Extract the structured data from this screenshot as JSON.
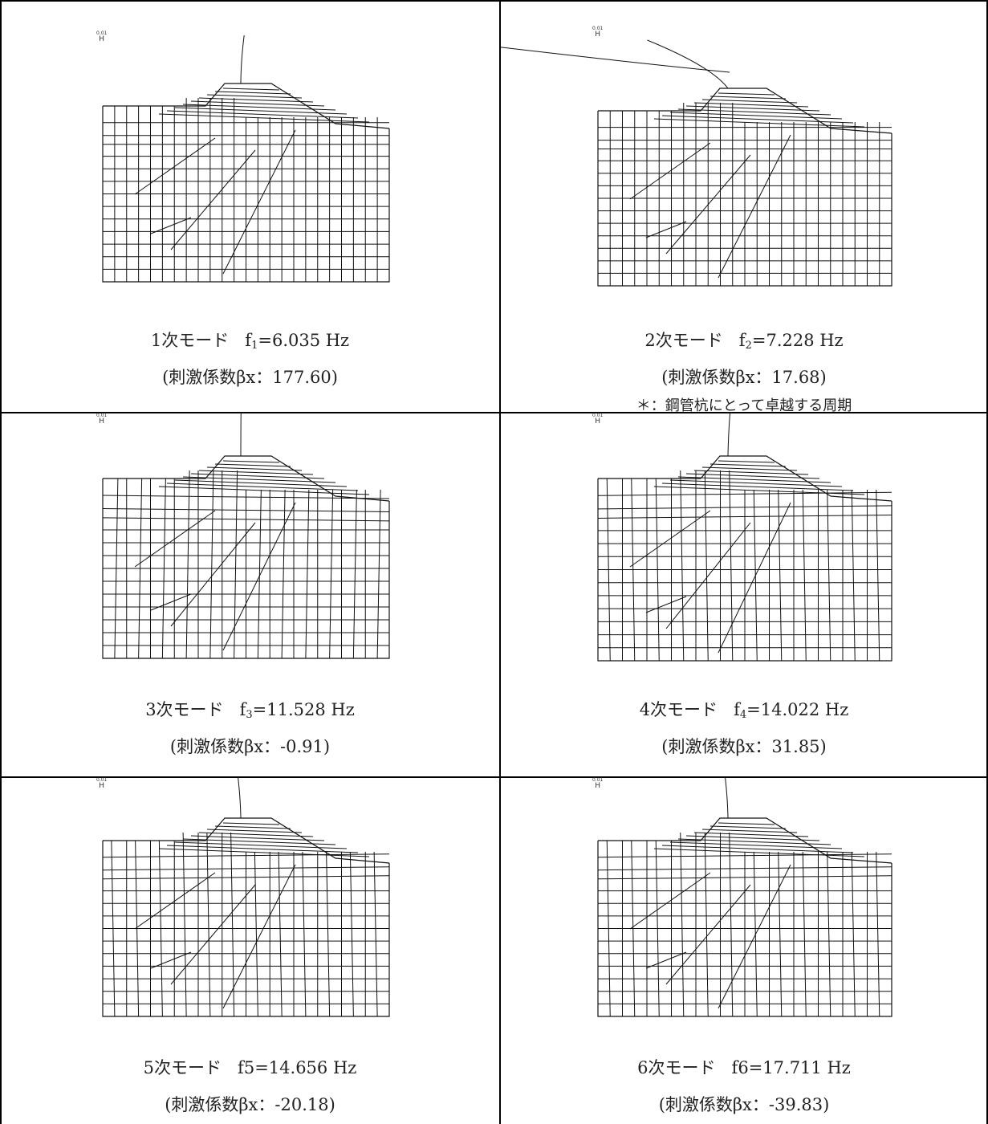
{
  "scale_label": {
    "value": "0.01",
    "unit": "H"
  },
  "modes": [
    {
      "id": 1,
      "mode_label": "1次モード",
      "freq_sym": "f",
      "freq_sub": "1",
      "freq_value": "6.035 Hz",
      "participation": "(刺激係数βx：177.60)",
      "note": ""
    },
    {
      "id": 2,
      "mode_label": "2次モード",
      "freq_sym": "f",
      "freq_sub": "2",
      "freq_value": "7.228 Hz",
      "participation": "(刺激係数βx：17.68)",
      "note": "＊：鋼管杭にとって卓越する周期"
    },
    {
      "id": 3,
      "mode_label": "3次モード",
      "freq_sym": "f",
      "freq_sub": "3",
      "freq_value": "11.528 Hz",
      "participation": "(刺激係数βx：-0.91)",
      "note": ""
    },
    {
      "id": 4,
      "mode_label": "4次モード",
      "freq_sym": "f",
      "freq_sub": "4",
      "freq_value": "14.022 Hz",
      "participation": "(刺激係数βx：31.85)",
      "note": ""
    },
    {
      "id": 5,
      "mode_label": "5次モード",
      "freq_sym": "f5",
      "freq_sub": "",
      "freq_value": "14.656 Hz",
      "participation": "(刺激係数βx：-20.18)",
      "note": ""
    },
    {
      "id": 6,
      "mode_label": "6次モード",
      "freq_sym": "f6",
      "freq_sub": "",
      "freq_value": "17.711 Hz",
      "participation": "(刺激係数βx：-39.83)",
      "note": ""
    }
  ]
}
